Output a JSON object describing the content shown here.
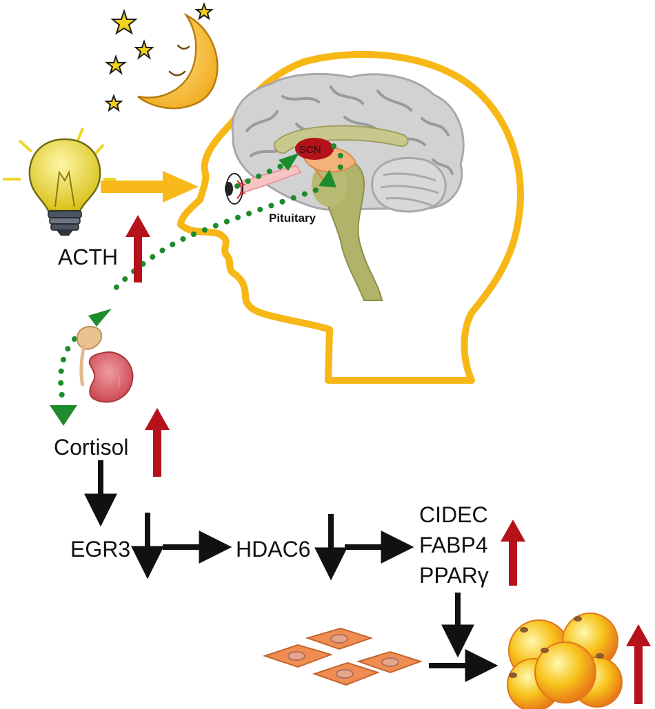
{
  "labels": {
    "scn": "SCN",
    "pituitary": "Pituitary",
    "acth": "ACTH",
    "cortisol": "Cortisol",
    "egr3": "EGR3",
    "hdac6": "HDAC6",
    "cidec": "CIDEC",
    "fabp4": "FABP4",
    "ppar": "PPARγ"
  },
  "colors": {
    "head_outline": "#F7B716",
    "pathway_dots": "#1E8B2C",
    "increase_arrow": "#B5121B",
    "flow_arrow": "#111111",
    "light_arrow": "#F9B91A",
    "moon": "#F5B31E",
    "stars": "#F3D11A",
    "bulb": "#EBD62A",
    "brain": "#D2D2D2",
    "brainstem": "#B1B36A",
    "scn": "#B3121B",
    "kidney": "#D8616A",
    "adrenal": "#E9C28F",
    "preadipocyte": "#F08D52",
    "adipocyte": "#F7C21B"
  },
  "icons": [
    "moon-icon",
    "star-icon",
    "light-bulb-icon",
    "brain-icon",
    "eye-icon",
    "kidney-icon",
    "preadipocyte-icon",
    "adipocyte-cluster-icon"
  ],
  "indicators": {
    "acth": "up",
    "cortisol": "up",
    "adipogenesis_genes": "up",
    "egr3": "down",
    "hdac6": "down",
    "adipocytes": "up"
  }
}
